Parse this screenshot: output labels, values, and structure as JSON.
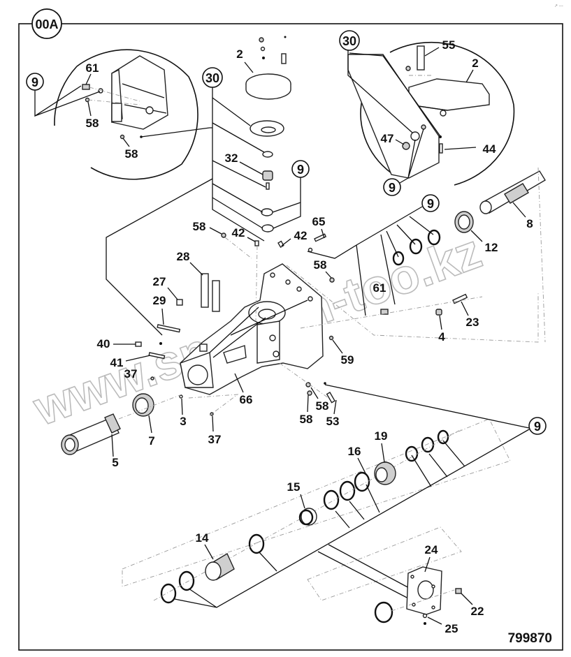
{
  "diagram": {
    "type": "exploded-parts-diagram",
    "frame_label": "00A",
    "figure_number": "799870",
    "watermark": "www.spec-on-too.kz",
    "corner_mark": "↗ ---",
    "reference_groups": [
      {
        "id": "ref-9-left-inset",
        "label": "9"
      },
      {
        "id": "ref-30-center",
        "label": "30"
      },
      {
        "id": "ref-9-center",
        "label": "9"
      },
      {
        "id": "ref-30-right-inset",
        "label": "30"
      },
      {
        "id": "ref-9-right-inset",
        "label": "9"
      },
      {
        "id": "ref-9-right-upper",
        "label": "9"
      },
      {
        "id": "ref-9-lower-right",
        "label": "9"
      }
    ],
    "part_labels": {
      "p61_inset": "61",
      "p58_inset_a": "58",
      "p58_inset_b": "58",
      "p2_center": "2",
      "p32": "32",
      "p55": "55",
      "p2_right": "2",
      "p47": "47",
      "p44": "44",
      "p8": "8",
      "p12": "12",
      "p58_top": "58",
      "p42_a": "42",
      "p42_b": "42",
      "p65": "65",
      "p58_mid": "58",
      "p28": "28",
      "p27": "27",
      "p29": "29",
      "p61_mid": "61",
      "p4": "4",
      "p23": "23",
      "p40": "40",
      "p41": "41",
      "p37_a": "37",
      "p59": "59",
      "p66": "66",
      "p58_low_a": "58",
      "p58_low_b": "58",
      "p53": "53",
      "p3": "3",
      "p37_b": "37",
      "p7": "7",
      "p5": "5",
      "p19": "19",
      "p16": "16",
      "p15": "15",
      "p14": "14",
      "p24": "24",
      "p22": "22",
      "p25": "25"
    }
  }
}
